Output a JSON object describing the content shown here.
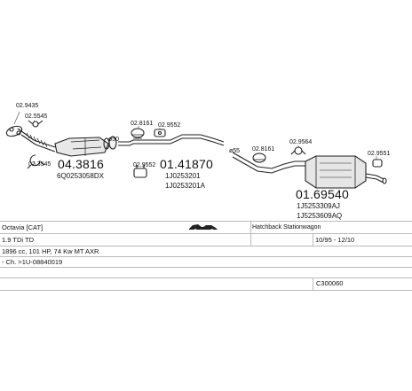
{
  "labels": {
    "c1": "02.9435",
    "c2": "02.5545",
    "c3": "02.3545",
    "c4": "02.8161",
    "c5": "02.9552",
    "c6": "02.9552",
    "c7": "02.8161",
    "c8": "02.9564",
    "c9": "02.9551",
    "diam1": "ø50",
    "diam2": "ø55"
  },
  "parts": {
    "cat": {
      "number": "04.3816",
      "oem": "6Q0253058DX"
    },
    "mid": {
      "number": "01.41870",
      "oem1": "1J0253201",
      "oem2": "1J0253201A"
    },
    "rear": {
      "number": "01.69540",
      "oem1": "1J5253309AJ",
      "oem2": "1J5253609AQ"
    }
  },
  "info": {
    "model": "Octavia  [CAT]",
    "body": "Hatchback Stationwagon",
    "engine": "1.9 TDi TD",
    "years": "10/95 - 12/10",
    "spec": "1896 cc, 101 HP, 74 Kw MT AXR",
    "chassis": "- Ch. >1U-08840019",
    "code": "C300060"
  },
  "icons": {
    "car_icon": "car-silhouette-icon"
  }
}
